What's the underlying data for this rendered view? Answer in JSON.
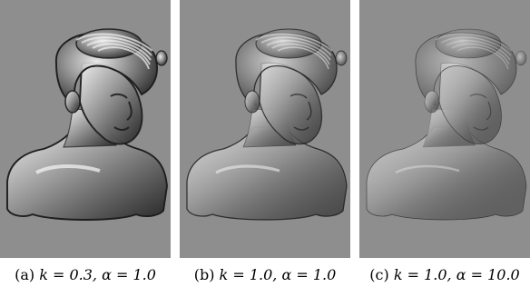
{
  "figure": {
    "panels": [
      {
        "label": "(a)",
        "caption": "k = 0.3, α = 1.0",
        "relief_strength": 1.0
      },
      {
        "label": "(b)",
        "caption": "k = 1.0, α = 1.0",
        "relief_strength": 0.6
      },
      {
        "label": "(c)",
        "caption": "k = 1.0, α = 10.0",
        "relief_strength": 0.25
      }
    ],
    "colors": {
      "background": "#8e8e8e",
      "highlight": "#f2f2f2",
      "shadow": "#1e1e1e",
      "mid": "#8a8a8a"
    }
  }
}
